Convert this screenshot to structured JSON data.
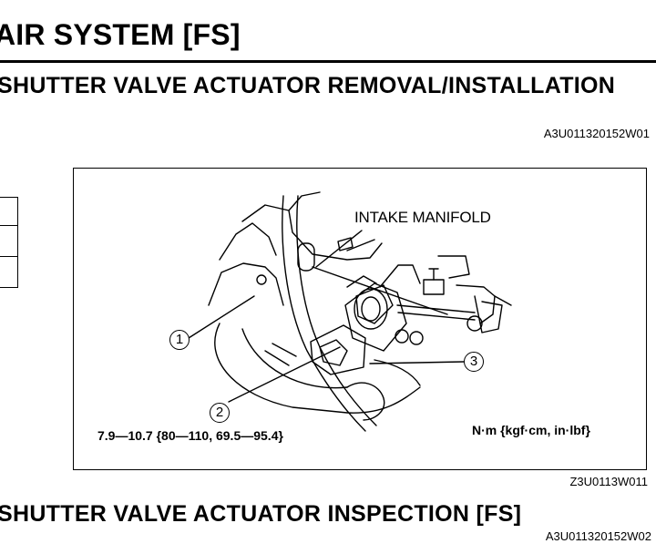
{
  "page": {
    "section_title": "AIR SYSTEM [FS]",
    "heading_removal": "SHUTTER VALVE ACTUATOR REMOVAL/INSTALLATION",
    "doc_code_1": "A3U011320152W01",
    "figure": {
      "label_intake": "INTAKE MANIFOLD",
      "callout_1": "1",
      "callout_2": "2",
      "callout_3": "3",
      "torque_spec": "7.9—10.7 {80—110, 69.5—95.4}",
      "units": "N·m {kgf·cm, in·lbf}",
      "figure_code": "Z3U0113W011"
    },
    "heading_inspection": "SHUTTER VALVE ACTUATOR INSPECTION [FS]",
    "doc_code_2": "A3U011320152W02"
  }
}
